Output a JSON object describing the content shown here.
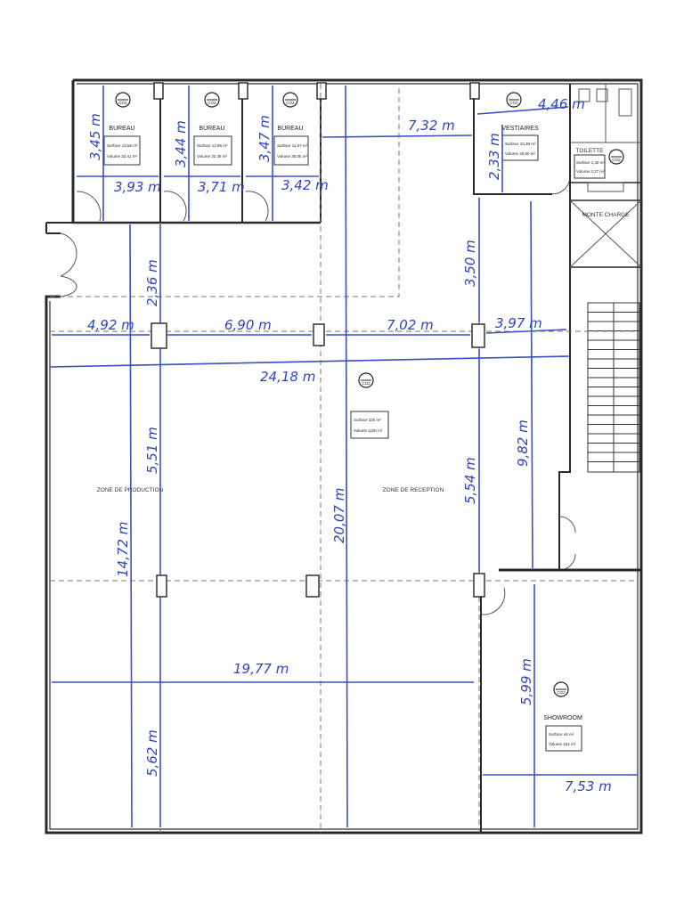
{
  "rooms": {
    "bureau_1": "BUREAU",
    "bureau_2": "BUREAU",
    "bureau_3": "BUREAU",
    "vestiaires": "VESTIAIRES",
    "sanitaires": "TOILETTE",
    "monte_charge": "MONTE CHARGE",
    "zone_production": "ZONE DE PRODUCTION",
    "zone_reception": "ZONE DE RECEPTION",
    "showroom": "SHOWROOM"
  },
  "dimensions": {
    "bureau1_h": "3,45 m",
    "bureau1_w": "3,93 m",
    "bureau2_h": "3,44 m",
    "bureau2_w": "3,71 m",
    "bureau3_h": "3,47 m",
    "bureau3_w": "3,42 m",
    "upper_hall_w": "7,32 m",
    "vestiaires_w": "4,46 m",
    "vestiaires_h": "2,33 m",
    "col_left_top": "2,36 m",
    "col_right_top": "3,50 m",
    "span_1": "4,92 m",
    "span_2": "6,90 m",
    "span_3": "7,02 m",
    "span_4": "3,97 m",
    "total_width": "24,18 m",
    "prod_mid": "5,51 m",
    "prod_total": "14,72 m",
    "reception_h": "20,07 m",
    "right_col": "5,54 m",
    "stair_side": "9,82 m",
    "lower_width": "19,77 m",
    "prod_lower": "5,62 m",
    "showroom_h": "5,99 m",
    "showroom_w": "7,53 m"
  },
  "info_boxes": [
    [
      "Surface 13,55 m²",
      "Volume 32,41 m²"
    ],
    [
      "Surface 12,96 m²",
      "Volume 32,38 m²"
    ],
    [
      "Surface 11,67 m²",
      "Volume 30,05 m²"
    ],
    [
      "Surface 10,39 m²",
      "Volume 26,60 m²"
    ],
    [
      "Surface 1,49 m²",
      "Volume 3,27 m²"
    ],
    [
      "Surface 325 m²",
      "Volume 1100 m²"
    ],
    [
      "Surface 44 m²",
      "Volume 154 m²"
    ]
  ],
  "extinguisher_label": "CO2"
}
